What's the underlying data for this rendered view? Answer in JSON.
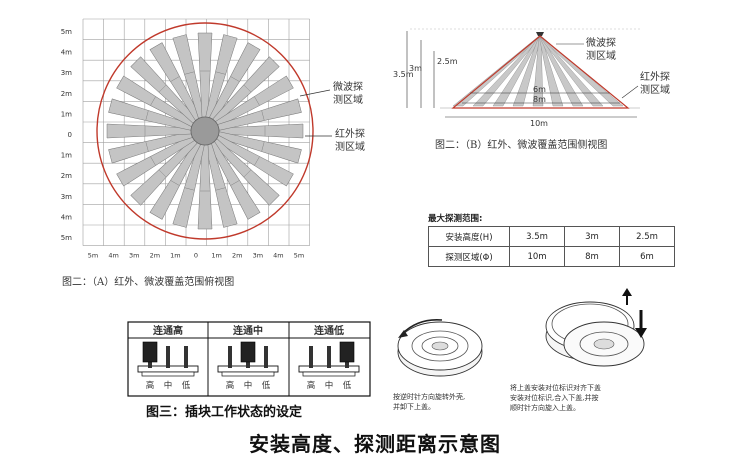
{
  "top_view": {
    "y_labels": [
      "5m",
      "4m",
      "3m",
      "2m",
      "1m",
      "0",
      "1m",
      "2m",
      "3m",
      "4m",
      "5m"
    ],
    "x_labels": [
      "5m",
      "4m",
      "3m",
      "2m",
      "1m",
      "0",
      "1m",
      "2m",
      "3m",
      "4m",
      "5m"
    ],
    "microwave_label": [
      "微波探",
      "测区域"
    ],
    "infrared_label": [
      "红外探",
      "测区域"
    ],
    "caption": "图二：（A）红外、微波覆盖范围俯视图"
  },
  "side_view": {
    "microwave_label": [
      "微波探",
      "测区域"
    ],
    "infrared_label": [
      "红外探",
      "测区域"
    ],
    "heights": [
      "3.5m",
      "3m",
      "2.5m"
    ],
    "spans": [
      "6m",
      "8m",
      "10m"
    ],
    "caption": "图二：（B）红外、微波覆盖范围侧视图"
  },
  "range_table": {
    "title": "最大探测范围:",
    "rows": [
      {
        "label": "安装高度(H)",
        "values": [
          "3.5m",
          "3m",
          "2.5m"
        ]
      },
      {
        "label": "探测区域(Φ)",
        "values": [
          "10m",
          "8m",
          "6m"
        ]
      }
    ]
  },
  "plug_states": {
    "modes": [
      {
        "title": "连通高",
        "levels": [
          "高",
          "中",
          "低"
        ]
      },
      {
        "title": "连通中",
        "levels": [
          "高",
          "中",
          "低"
        ]
      },
      {
        "title": "连通低",
        "levels": [
          "高",
          "中",
          "低"
        ]
      }
    ],
    "caption": "图三：插块工作状态的设定"
  },
  "install_notes": {
    "left": [
      "按逆时针方向旋转外壳,",
      "并卸下上盖。"
    ],
    "right": [
      "将上盖安装对位标识对齐下盖",
      "安装对位标识,合入下盖,并按",
      "顺时针方向旋入上盖。"
    ]
  },
  "main_title": "安装高度、探测距离示意图",
  "colors": {
    "circle": "#c0392b",
    "beam": "#b8b8b8",
    "grid": "#9a9a9a"
  }
}
